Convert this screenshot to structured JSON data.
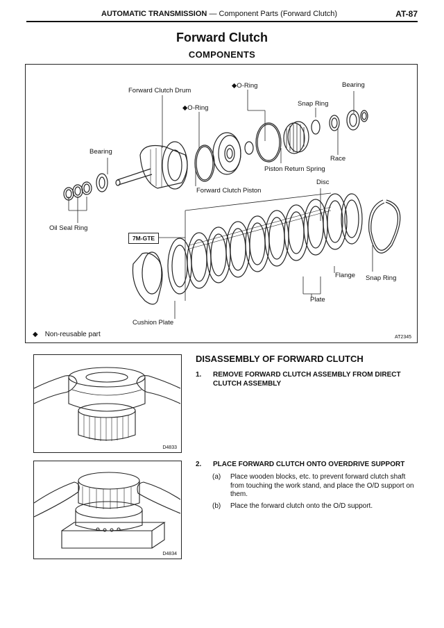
{
  "header": {
    "section": "AUTOMATIC TRANSMISSION",
    "subtitle": "Component Parts (Forward Clutch)",
    "page": "AT-87"
  },
  "title": "Forward Clutch",
  "subtitle": "COMPONENTS",
  "figure": {
    "labels": {
      "forward_clutch_drum": "Forward Clutch Drum",
      "oring_top": "◆O-Ring",
      "oring_mid": "◆O-Ring",
      "bearing_top": "Bearing",
      "snap_ring_top": "Snap Ring",
      "bearing_left": "Bearing",
      "race": "Race",
      "piston_return_spring": "Piston Return Spring",
      "disc": "Disc",
      "forward_clutch_piston": "Forward Clutch Piston",
      "oil_seal_ring": "Oil Seal Ring",
      "variant_tag": "7M-GTE",
      "flange": "Flange",
      "snap_ring_right": "Snap Ring",
      "plate": "Plate",
      "cushion_plate": "Cushion Plate"
    },
    "note_symbol": "◆",
    "note": "Non-reusable part",
    "figure_id": "AT2345"
  },
  "photos": [
    {
      "id": "D4833"
    },
    {
      "id": "D4834"
    }
  ],
  "disassembly": {
    "heading": "DISASSEMBLY OF FORWARD CLUTCH",
    "steps": [
      {
        "num": "1.",
        "text": "REMOVE FORWARD CLUTCH ASSEMBLY FROM DIRECT CLUTCH ASSEMBLY"
      },
      {
        "num": "2.",
        "text": "PLACE FORWARD CLUTCH ONTO OVERDRIVE SUPPORT",
        "subs": [
          {
            "mark": "(a)",
            "text": "Place wooden blocks, etc. to prevent forward clutch shaft from touching the work stand, and place the O/D support on them."
          },
          {
            "mark": "(b)",
            "text": "Place the forward clutch onto the O/D support."
          }
        ]
      }
    ]
  }
}
